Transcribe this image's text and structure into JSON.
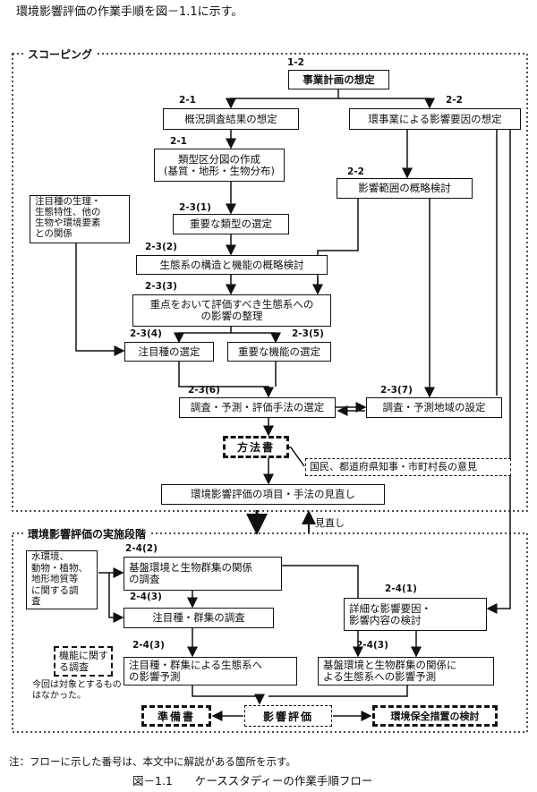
{
  "intro": "環境影響評価の作業手順を図－1.1に示す。",
  "sections": {
    "scoping": "スコーピング",
    "implementation": "環境影響評価の実施段階",
    "review": "見直し"
  },
  "nodes": {
    "jigyo": "事業計画の想定",
    "gaikyo": "概況調査結果の想定",
    "eikyo_youin": "環事業による影響要因の想定",
    "ruikei": "類型区分図の作成\n(基質・地形・生物分布)",
    "eikyo_hani": "影響範囲の概略検討",
    "juyo_ruikei": "重要な類型の選定",
    "seitaikei": "生態系の構造と機能の概略検討",
    "juten": "重点をおいて評価すべき生態系への\nの影響の整理",
    "chumokushu": "注目種の選定",
    "juyo_kinou": "重要な機能の選定",
    "chosa_shuho": "調査・予測・評価手法の選定",
    "chosa_chiiki": "調査・予測地域の設定",
    "houhousho": "方法書",
    "iken": "国民、都道府県知事・市町村長の意見",
    "minaoshi": "環境影響評価の項目・手法の見直し",
    "chumoku_note": "注目種の生理・\n生態特性、他の\n生物や環境要素\nとの関係",
    "mizu_note": "水環境、\n動物・植物、\n地形地質等\nに関する調\n査",
    "kiban_chosa": "基盤環境と生物群集の関係\nの調査",
    "chumoku_chosa": "注目種・群集の調査",
    "shosai": "詳細な影響要因・\n影響内容の検討",
    "kinou_chosa": "機能に関す\nる調査",
    "kinou_note": "今回は対象とするもの\nはなかった。",
    "chumoku_yosoku": "注目種・群集による生態系へ\nの影響予測",
    "kiban_yosoku": "基盤環境と生物群集の関係に\nよる生態系への影響予測",
    "junbisho": "準備書",
    "eikyo_hyoka": "影響評価",
    "hozen": "環境保全措置の検討"
  },
  "numbers": {
    "n12": "1-2",
    "n21a": "2-1",
    "n22a": "2-2",
    "n21b": "2-1",
    "n22b": "2-2",
    "n231": "2-3(1)",
    "n232": "2-3(2)",
    "n233": "2-3(3)",
    "n234": "2-3(4)",
    "n235": "2-3(5)",
    "n236": "2-3(6)",
    "n237": "2-3(7)",
    "n242": "2-4(2)",
    "n243a": "2-4(3)",
    "n241": "2-4(1)",
    "n243b": "2-4(3)",
    "n243c": "2-4(3)"
  },
  "footnote": "注：フローに示した番号は、本文中に解説がある箇所を示す。",
  "caption": "図－1.1　　ケーススタディーの作業手順フロー"
}
